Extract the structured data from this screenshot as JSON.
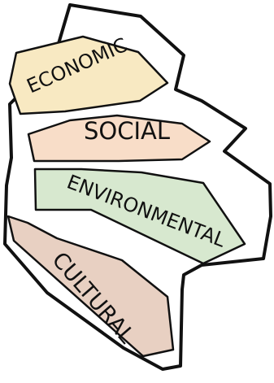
{
  "signpost": {
    "labels": {
      "economic": "ECONOMIC",
      "social": "SOCIAL",
      "environmental": "ENVIRONMENTAL",
      "cultural": "CULTURAL"
    },
    "colors": {
      "economic": "#f8e9c2",
      "social": "#f8ddc8",
      "environmental": "#d7e8cf",
      "cultural": "#e8d0c2",
      "outline": "#111111"
    }
  }
}
